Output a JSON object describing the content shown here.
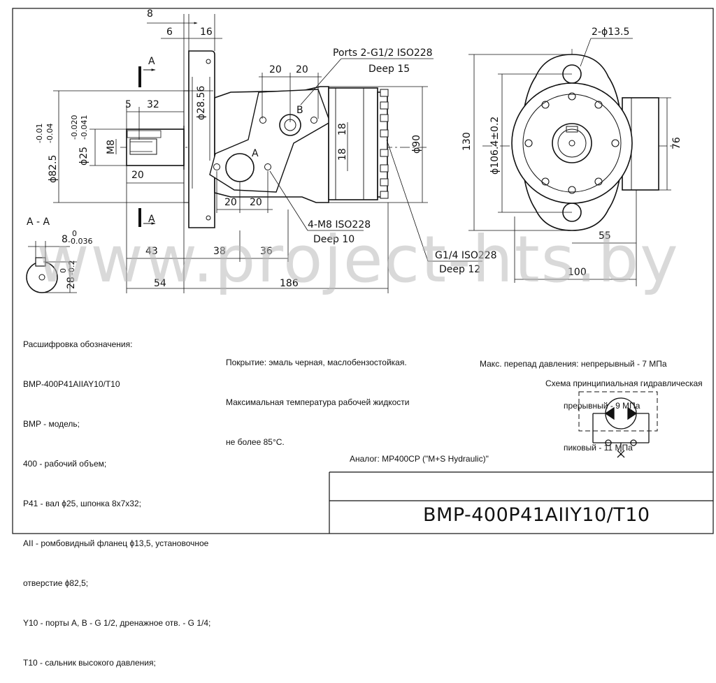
{
  "drawing": {
    "dims_side": {
      "d8": "8",
      "d6": "6",
      "d16": "16",
      "d20a": "20",
      "d20b": "20",
      "d5": "5",
      "d32": "32",
      "d2856": "ϕ28.56",
      "d18a": "18",
      "d18b": "18",
      "d90": "ϕ90",
      "dM8": "M8",
      "d20c": "20",
      "d20d": "20",
      "d20e": "20",
      "d43": "43",
      "d38": "38",
      "d36": "36",
      "d54": "54",
      "d186": "186"
    },
    "flange_dia": {
      "main": "ϕ82.5",
      "upper": "-0.01",
      "lower": "-0.04"
    },
    "shaft_dia": {
      "main": "ϕ25",
      "upper": "-0.020",
      "lower": "-0.041"
    },
    "section_labels": {
      "a_top": "A",
      "a_bottom": "A",
      "b_port": "B",
      "a_port": "A",
      "section": "A - A"
    },
    "key_dims": {
      "key_main": "8",
      "key_tol": "-0.036",
      "height_main": "28",
      "height_tol": "-0.2",
      "zero": "0"
    },
    "callouts": {
      "ports": "Ports 2-G1/2 ISO228",
      "ports_deep": "Deep 15",
      "holes": "4-M8 ISO228",
      "holes_deep": "Deep 10",
      "drain": "G1/4 ISO228",
      "drain_deep": "Deep 12"
    },
    "dims_front": {
      "d2_135": "2-ϕ13.5",
      "d130": "130",
      "d1064": "ϕ106.4±0.2",
      "d76": "76",
      "d55": "55",
      "d100": "100"
    }
  },
  "notes": {
    "decode": [
      "Расшифровка обозначения:",
      "BMP-400P41AIIAY10/T10",
      "BMP - модель;",
      "400 - рабочий объем;",
      "P41 - вал ϕ25, шпонка 8х7х32;",
      "AII - ромбовидный фланец ϕ13,5, установочное",
      "отверстие ϕ82,5;",
      "Y10 - порты А, В - G 1/2, дренажное отв. - G 1/4;",
      "T10 - сальник высокого давления;"
    ],
    "coating": [
      "Покрытие: эмаль черная, маслобензостойкая.",
      "Максимальная температура рабочей жидкости",
      "не более 85°С."
    ],
    "pressure": [
      "Макс. перепад давления: непрерывный - 7 МПа",
      "                                    прерывный - 9 МПа",
      "                                    пиковый - 11 МПа"
    ],
    "scheme_title": "Схема принципиальная гидравлическая",
    "analog": "Аналог: MP400CP (\"M+S Hydraulic)\""
  },
  "title_block": {
    "code": "BMP-400P41AIIY10/T10"
  },
  "watermark": "www.project-hts.by"
}
